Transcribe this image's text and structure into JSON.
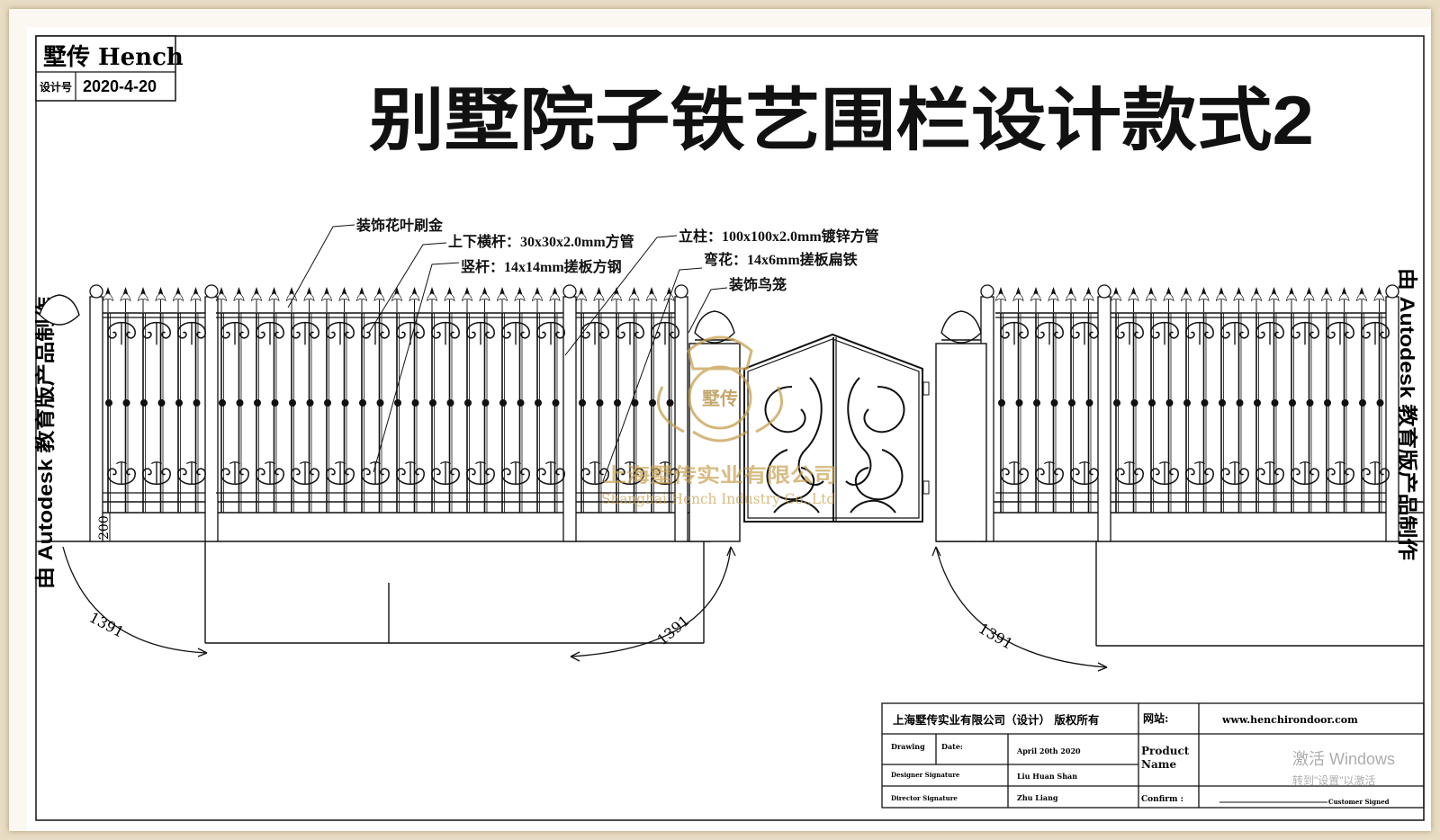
{
  "brand": {
    "name": "墅传 Hench",
    "design_no_label": "设计号",
    "design_no": "2020-4-20"
  },
  "title": "别墅院子铁艺围栏设计款式2",
  "side_text_left": "由 Autodesk 教育版产品制作",
  "side_text_right": "由 Autodesk 教育版产品制作",
  "annotations": {
    "leaf": "装饰花叶刷金",
    "rail": "上下横杆：30x30x2.0mm方管",
    "bar": "竖杆：14x14mm搓板方钢",
    "post": "立柱：100x100x2.0mm镀锌方管",
    "scroll": "弯花：14x6mm搓板扁铁",
    "cage": "装饰鸟笼"
  },
  "dimensions": {
    "height": "200",
    "swing": "1391"
  },
  "watermark": {
    "cn": "上海墅传实业有限公司",
    "en": "Shanghai Hench Industry Co.,Ltd",
    "logo_text": "墅传"
  },
  "title_block": {
    "company": "上海墅传实业有限公司（设计） 版权所有",
    "website_label": "网站:",
    "website": "www.henchirondoor.com",
    "drawing": "Drawing",
    "date_label": "Date:",
    "date": "April 20th 2020",
    "product_label": "Product Name",
    "designer_label": "Designer Signature",
    "designer": "Liu Huan Shan",
    "director_label": "Director Signature",
    "director": "Zhu Liang",
    "confirm_label": "Confirm :",
    "customer_signed": "Customer Signed"
  },
  "os_overlay": {
    "line1": "激活 Windows",
    "line2": "转到\"设置\"以激活"
  },
  "colors": {
    "frame": "#e8dcc4",
    "ink": "#111111",
    "watermark": "#c8a050"
  }
}
